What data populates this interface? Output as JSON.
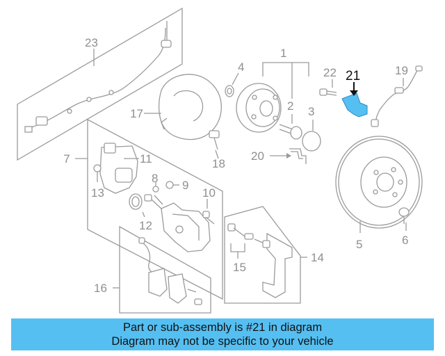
{
  "diagram": {
    "callouts": [
      "1",
      "2",
      "3",
      "4",
      "5",
      "6",
      "7",
      "8",
      "9",
      "10",
      "11",
      "12",
      "13",
      "14",
      "15",
      "16",
      "17",
      "18",
      "19",
      "20",
      "22",
      "23"
    ],
    "highlighted_callout": "21",
    "highlight_color": "#55bff2",
    "line_color": "#9a9a9a"
  },
  "banner": {
    "line1": "Part or sub-assembly is #21 in diagram",
    "line2": "Diagram may not be specific to your vehicle",
    "color": "#55bff2"
  }
}
